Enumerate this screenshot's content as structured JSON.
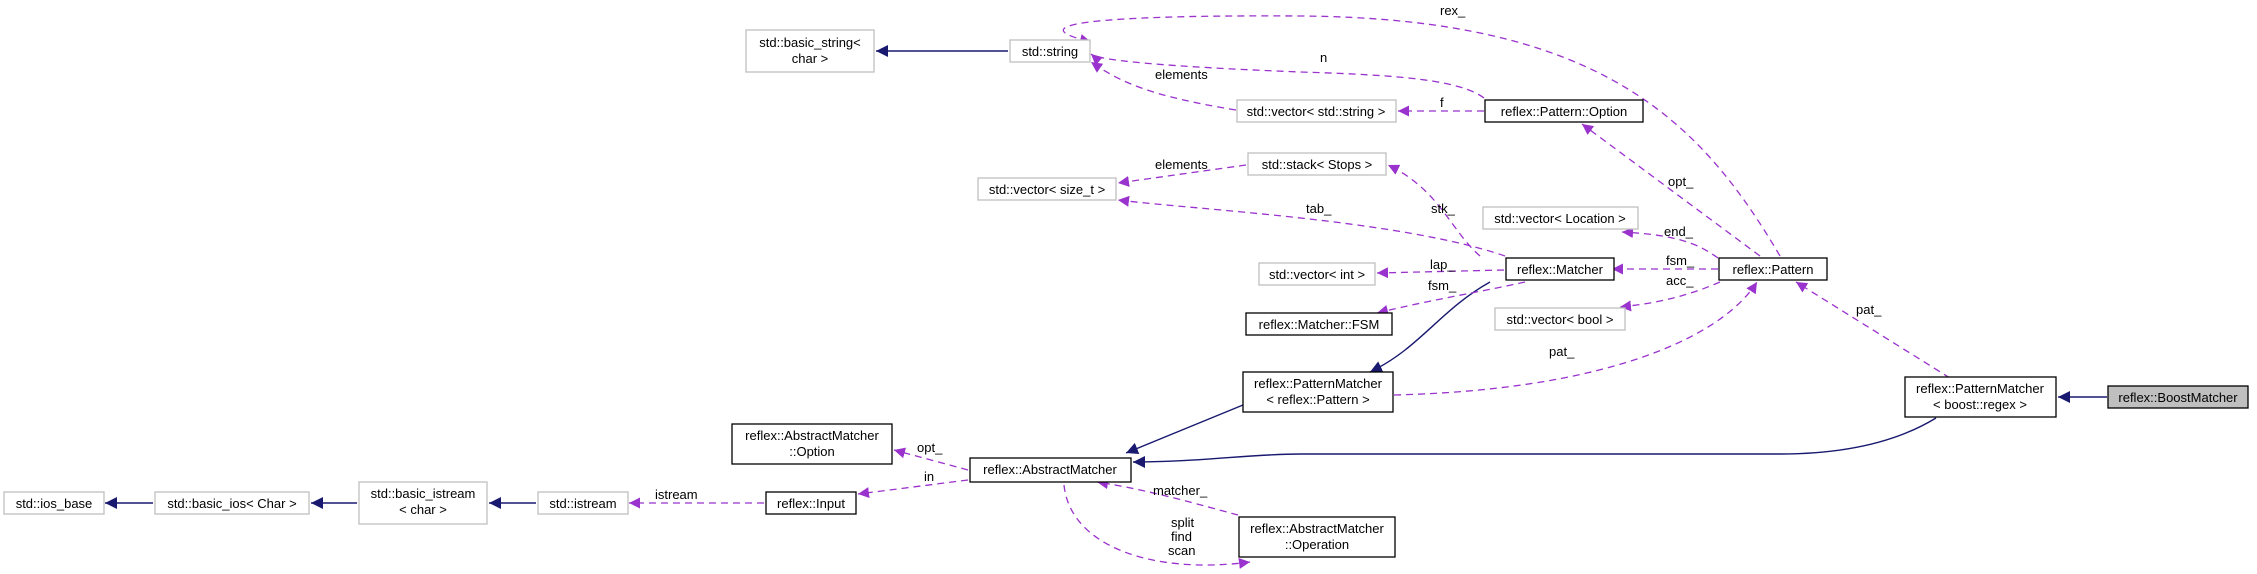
{
  "colors": {
    "inheritance": "#191970",
    "usage": "#9a32cd",
    "external_border": "#bfbfbf",
    "current_fill": "#bfbfbf"
  },
  "nodes": {
    "basic_string": [
      "std::basic_string<",
      "char >"
    ],
    "string": [
      "std::string"
    ],
    "vector_string": [
      "std::vector< std::string >"
    ],
    "pattern_option": [
      "reflex::Pattern::Option"
    ],
    "stack_stops": [
      "std::stack< Stops >"
    ],
    "vector_size_t": [
      "std::vector< size_t >"
    ],
    "vector_location": [
      "std::vector< Location >"
    ],
    "vector_int": [
      "std::vector< int >"
    ],
    "matcher": [
      "reflex::Matcher"
    ],
    "pattern": [
      "reflex::Pattern"
    ],
    "matcher_fsm": [
      "reflex::Matcher::FSM"
    ],
    "vector_bool": [
      "std::vector< bool >"
    ],
    "pm_pattern": [
      "reflex::PatternMatcher",
      "< reflex::Pattern >"
    ],
    "pm_boost": [
      "reflex::PatternMatcher",
      "< boost::regex >"
    ],
    "boost_matcher": [
      "reflex::BoostMatcher"
    ],
    "am_option": [
      "reflex::AbstractMatcher",
      "::Option"
    ],
    "abstract_matcher": [
      "reflex::AbstractMatcher"
    ],
    "ios_base": [
      "std::ios_base"
    ],
    "basic_ios": [
      "std::basic_ios< Char >"
    ],
    "basic_istream": [
      "std::basic_istream",
      "< char >"
    ],
    "istream": [
      "std::istream"
    ],
    "input": [
      "reflex::Input"
    ],
    "am_operation": [
      "reflex::AbstractMatcher",
      "::Operation"
    ]
  },
  "edge_labels": {
    "rex": [
      "rex_"
    ],
    "n": [
      "n"
    ],
    "elements_string": [
      "elements"
    ],
    "f": [
      "f"
    ],
    "opt_pattern": [
      "opt_"
    ],
    "elements_size_t": [
      "elements"
    ],
    "stk": [
      "stk_"
    ],
    "tab": [
      "tab_"
    ],
    "end": [
      "end_"
    ],
    "fsm_pattern": [
      "fsm_"
    ],
    "lap": [
      "lap_"
    ],
    "fsm_matcher": [
      "fsm_"
    ],
    "acc": [
      "acc_"
    ],
    "pat_pm": [
      "pat_"
    ],
    "pat_boost": [
      "pat_"
    ],
    "opt_am": [
      "opt_"
    ],
    "istream": [
      "istream"
    ],
    "in": [
      "in"
    ],
    "matcher": [
      "matcher_"
    ],
    "operation": [
      "split",
      "find",
      "scan"
    ]
  }
}
